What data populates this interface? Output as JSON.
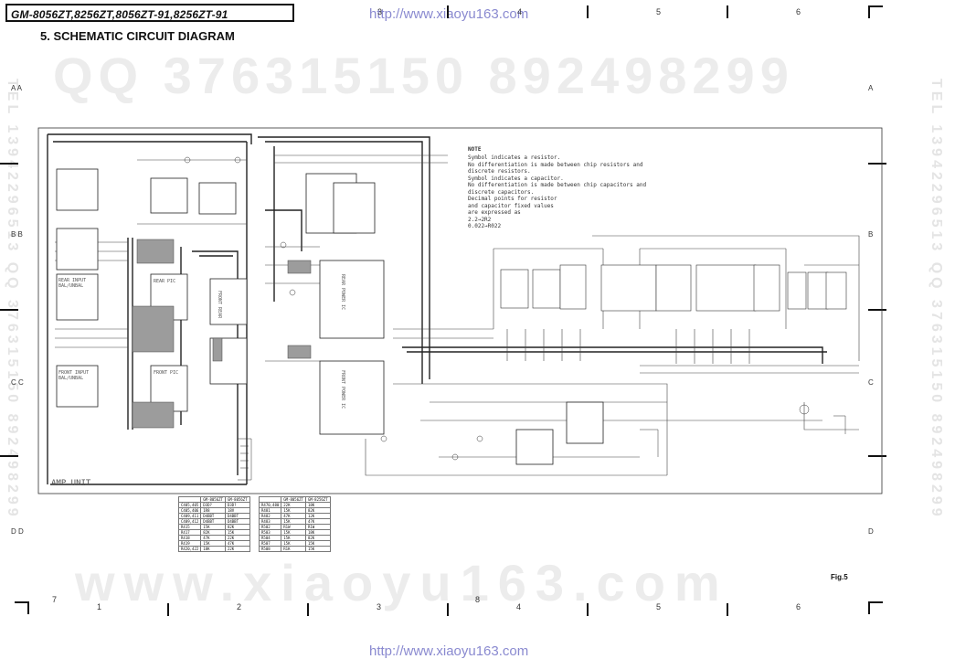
{
  "header": {
    "model_title": "GM-8056ZT,8256ZT,8056ZT-91,8256ZT-91",
    "section_title": "5. SCHEMATIC CIRCUIT DIAGRAM",
    "url_top": "http://www.xiaoyu163.com",
    "url_bottom": "http://www.xiaoyu163.com"
  },
  "grid": {
    "columns_top": [
      "3",
      "4",
      "5",
      "6"
    ],
    "columns_bottom": [
      "1",
      "2",
      "3",
      "4",
      "5",
      "6"
    ],
    "rows_left": [
      "A A",
      "B B",
      "C C",
      "D D"
    ],
    "rows_right": [
      "A",
      "B",
      "C",
      "D"
    ],
    "page_marker_left": "7",
    "page_marker_mid": "8"
  },
  "watermarks": {
    "top": "QQ 376315150   892498299",
    "bottom": "www.xiaoyu163.com",
    "left_side": "TEL 13942296513  QQ 376315150  892498299",
    "right_side": "TEL 13942296513  QQ 376315150  892498299"
  },
  "note": {
    "heading": "NOTE",
    "lines": [
      "Symbol indicates a resistor.",
      "No differentiation is made between chip resistors and",
      "discrete resistors.",
      "",
      "Symbol indicates a capacitor.",
      "No differentiation is made between chip capacitors and",
      "discrete capacitors.",
      "",
      "Decimal points for resistor",
      "and capacitor fixed values",
      "are expressed as",
      "2.2→2R2",
      "0.022→R022"
    ]
  },
  "labels": {
    "amp_unit": "AMP UNIT",
    "fig": "Fig.5",
    "rear_input": "REAR INPUT BAL/UNBAL",
    "rear_pic": "REAR PIC",
    "front_input": "FRONT INPUT BAL/UNBAL",
    "front_pic": "FRONT PIC",
    "rear_power_ic": "REAR POWER IC",
    "front_power_ic": "FRONT POWER IC",
    "front_rear": "FRONT REAR"
  },
  "tables": {
    "left": {
      "header": [
        "",
        "GM-8056ZT",
        "GM-8056ZT"
      ],
      "rows": [
        [
          "C405,405",
          "D3D?",
          "D3D?"
        ],
        [
          "C405,406",
          "1R8",
          "18V"
        ],
        [
          "C409,411",
          "D4BBT",
          "D4BBT"
        ],
        [
          "C409,412",
          "D4BBT",
          "D4BBT"
        ],
        [
          "R415",
          "15K",
          "82K"
        ],
        [
          "R417",
          "82K",
          "15K"
        ],
        [
          "R418",
          "47K",
          "22K"
        ],
        [
          "R419",
          "15K",
          "47K"
        ],
        [
          "R420,422",
          "18K",
          "22K"
        ]
      ]
    },
    "right": {
      "header": [
        "",
        "GM-8056ZT",
        "GM-8256ZT"
      ],
      "rows": [
        [
          "R470,480",
          "22K",
          "18K"
        ],
        [
          "R481",
          "15K",
          "82K"
        ],
        [
          "R482",
          "47K",
          "12K"
        ],
        [
          "R483",
          "15K",
          "47K"
        ],
        [
          "R502",
          "R1W",
          "R1W"
        ],
        [
          "R503",
          "15K",
          "18K"
        ],
        [
          "R504",
          "15K",
          "82K"
        ],
        [
          "R507",
          "15K",
          "15K"
        ],
        [
          "R508",
          "R1K",
          "15K"
        ]
      ]
    }
  }
}
